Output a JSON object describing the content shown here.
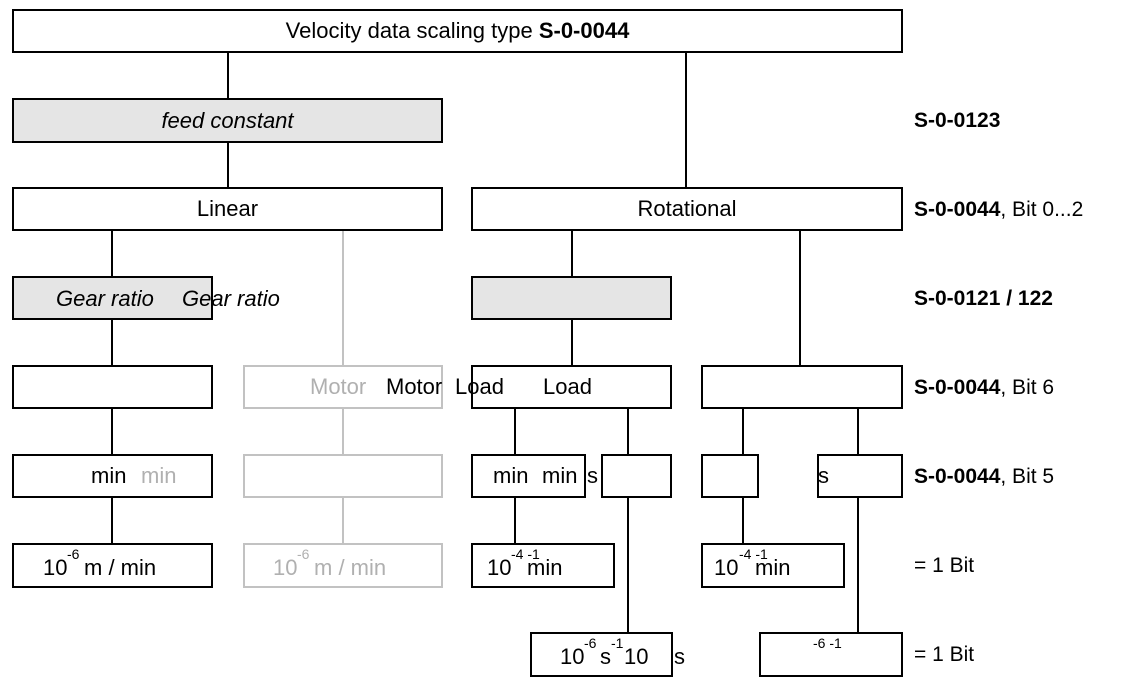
{
  "title": {
    "prefix": "Velocity data scaling type ",
    "param": "S-0-0044"
  },
  "boxes": {
    "feed_constant": "feed constant",
    "linear": "Linear",
    "rotational": "Rotational",
    "gear_ratio_a": "Gear ratio",
    "gear_ratio_b": "Gear ratio",
    "motor_faded": "Motor",
    "motor": "Motor",
    "load_a": "Load",
    "load_b": "Load",
    "min_linear": "min",
    "min_faded": "min",
    "min_rot": "min",
    "min_rot_s_a": "min",
    "s_a": "s",
    "s_b": "s",
    "unit_linear_base": "10",
    "unit_linear_exp": "-6",
    "unit_linear_rest": "m / min",
    "unit_faded_base": "10",
    "unit_faded_exp": "-6",
    "unit_faded_rest": "m / min",
    "unit_rot_a_base": "10",
    "unit_rot_a_exp": "-4 -1",
    "unit_rot_a_rest": "min",
    "unit_rot_b_base": "10",
    "unit_rot_b_exp": "-4 -1",
    "unit_rot_b_rest": "min",
    "unit_s_a_base": "10",
    "unit_s_a_exp": "-6",
    "unit_s_a_s": "s",
    "unit_s_a_exp2": "-1",
    "unit_s_a_base2": "10",
    "unit_s_a_s2": "s",
    "unit_s_b_exp": "-6 -1"
  },
  "refs": {
    "r1": {
      "bold": "S-0-0123",
      "rest": ""
    },
    "r2": {
      "bold": "S-0-0044",
      "rest": ", Bit 0...2"
    },
    "r3": {
      "bold": "S-0-0121",
      "mid": " / ",
      "bold2": "122"
    },
    "r4": {
      "bold": "S-0-0044",
      "rest": ", Bit 6"
    },
    "r5": {
      "bold": "S-0-0044",
      "rest": ", Bit 5"
    },
    "r6": {
      "rest": "= 1 Bit"
    },
    "r7": {
      "rest": "= 1 Bit"
    }
  },
  "colors": {
    "line": "#000000",
    "faded_line": "#c2c2c2",
    "gray_fill": "#e5e5e5",
    "faded_text": "#b0b0b0"
  }
}
